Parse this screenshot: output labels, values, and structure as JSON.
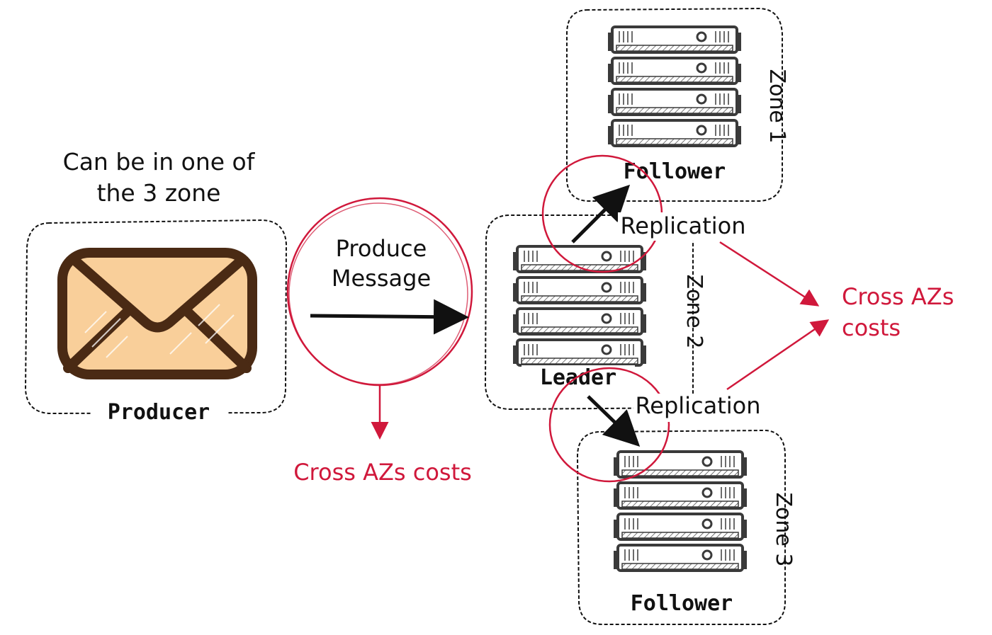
{
  "colors": {
    "ink": "#111111",
    "annotation_red": "#d0183b",
    "envelope_fill": "#f9cf9a",
    "envelope_outline": "#4a2a14",
    "server_fill": "#ffffff",
    "server_outline": "#3a3a3a"
  },
  "producer": {
    "note_line1": "Can be in one of",
    "note_line2": "the 3 zone",
    "label": "Producer",
    "icon": "envelope-icon"
  },
  "produce": {
    "line1": "Produce",
    "line2": "Message",
    "cost": "Cross AZs costs"
  },
  "zones": {
    "zone1": "Zone 1",
    "zone2": "Zone 2",
    "zone3": "Zone 3"
  },
  "servers": {
    "follower_top": "Follower",
    "leader": "Leader",
    "follower_bottom": "Follower",
    "icon": "server-rack-icon"
  },
  "replication": {
    "top": "Replication",
    "bottom": "Replication"
  },
  "cross_az": {
    "line1": "Cross AZs",
    "line2": "costs"
  }
}
